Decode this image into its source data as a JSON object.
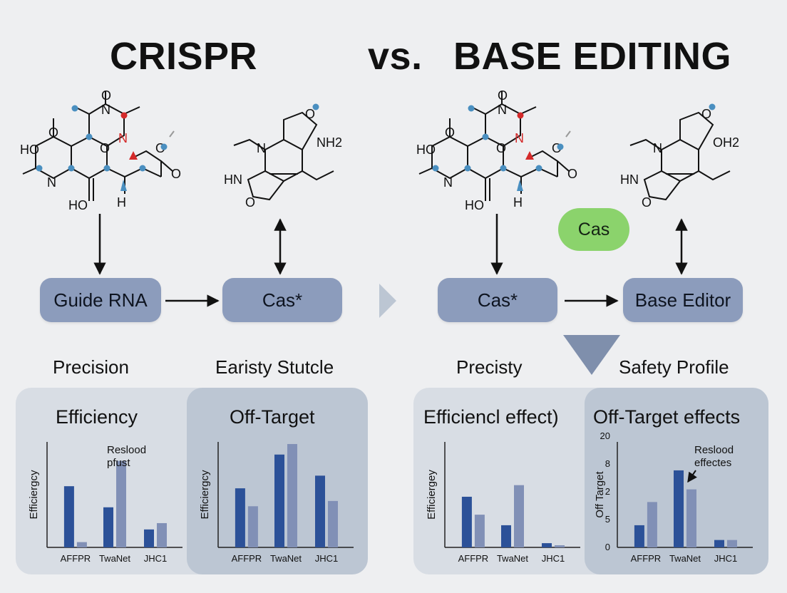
{
  "titles": {
    "left": "CRISPR",
    "vs": "vs.",
    "right": "BASE EDITING"
  },
  "molecule_labels": {
    "m1": [
      "O",
      "N",
      "N",
      "HO",
      "O",
      "O",
      "O",
      "N",
      "O",
      "HO",
      "H"
    ],
    "m2": [
      "O",
      "N",
      "NH2",
      "HN",
      "O"
    ],
    "m3": [
      "O",
      "N",
      "N",
      "HO",
      "O",
      "O",
      "O",
      "N",
      "O",
      "HO",
      "H"
    ],
    "m4": [
      "O",
      "N",
      "OH2",
      "HN",
      "O"
    ]
  },
  "nodes": {
    "guide_rna": "Guide RNA",
    "cas_left": "Cas*",
    "cas_right": "Cas*",
    "base_editor": "Base Editor",
    "cas_pill": "Cas"
  },
  "section_labels": {
    "precision": "Precision",
    "earisty": "Earisty Stutcle",
    "precisty": "Precisty",
    "safety": "Safety Profile"
  },
  "panels": {
    "p1": {
      "title": "Efficiency",
      "ylabel": "Efficiergcy",
      "annotation": [
        "Reslood",
        "pfust"
      ]
    },
    "p2": {
      "title": "Off-Target",
      "ylabel": "Efficiergcy",
      "annotation": []
    },
    "p3": {
      "title": "Efficiencl effect)",
      "ylabel": "Efficiergey",
      "annotation": []
    },
    "p4": {
      "title": "Off-Target effects",
      "ylabel": "Off Target",
      "annotation": [
        "Reslood",
        "effectes"
      ]
    }
  },
  "colors": {
    "dark_bar": "#2c5198",
    "light_bar": "#8190b6",
    "node_fill": "#8c9cbc",
    "cas_pill": "#8bd36c",
    "atom_blue": "#4a8fc0",
    "atom_red": "#d42a2a"
  },
  "chart_data": [
    {
      "type": "bar",
      "title": "Efficiency",
      "ylabel": "Efficiergcy",
      "categories": [
        "AFFPR",
        "TwaNet",
        "JHC1"
      ],
      "series": [
        {
          "values": [
            0.58,
            0.38,
            0.17
          ]
        },
        {
          "values": [
            0.05,
            0.82,
            0.23
          ]
        }
      ],
      "ylim": [
        0,
        1
      ],
      "annotations": [
        "Reslood",
        "pfust"
      ]
    },
    {
      "type": "bar",
      "title": "Off-Target",
      "ylabel": "Efficiergcy",
      "categories": [
        "AFFPR",
        "TwaNet",
        "JHC1"
      ],
      "series": [
        {
          "values": [
            0.56,
            0.88,
            0.68
          ]
        },
        {
          "values": [
            0.39,
            0.98,
            0.44
          ]
        }
      ],
      "ylim": [
        0,
        1
      ]
    },
    {
      "type": "bar",
      "title": "Efficiencl effect)",
      "ylabel": "Efficiergey",
      "categories": [
        "AFFPR",
        "TwaNet",
        "JHC1"
      ],
      "series": [
        {
          "values": [
            0.48,
            0.21,
            0.04
          ]
        },
        {
          "values": [
            0.31,
            0.59,
            0.02
          ]
        }
      ],
      "ylim": [
        0,
        1
      ]
    },
    {
      "type": "bar",
      "title": "Off-Target effects",
      "ylabel": "Off Target",
      "categories": [
        "AFFPR",
        "TwaNet",
        "JHC1"
      ],
      "series": [
        {
          "values": [
            0.21,
            0.73,
            0.07
          ]
        },
        {
          "values": [
            0.43,
            0.55,
            0.07
          ]
        }
      ],
      "ytick_labels": [
        "0",
        "5",
        "2",
        "8",
        "20"
      ],
      "ylim": [
        0,
        1
      ],
      "annotations": [
        "Reslood",
        "effectes"
      ]
    }
  ]
}
